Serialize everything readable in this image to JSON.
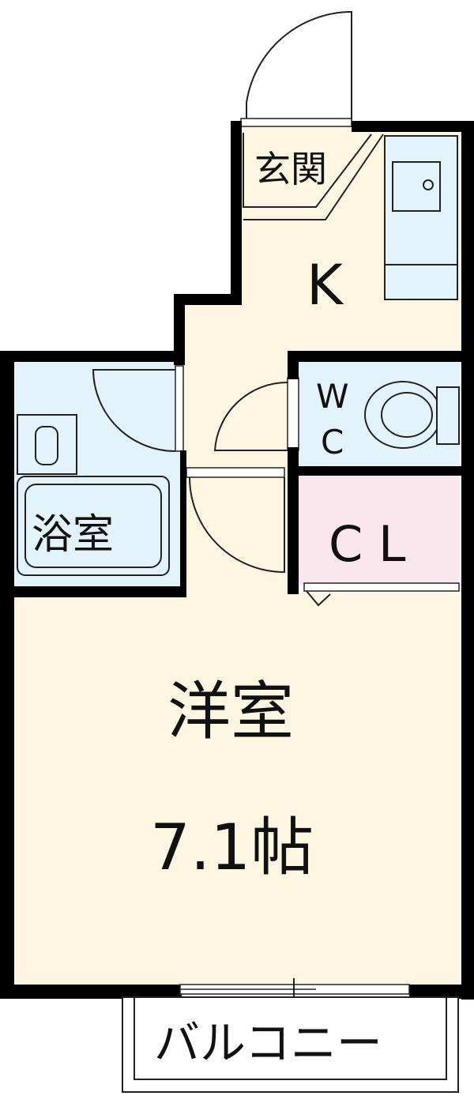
{
  "colors": {
    "wall": "#000000",
    "floor": "#fdf6e0",
    "wet_area": "#e3f3fb",
    "closet": "#fbe6ee",
    "line": "#222222"
  },
  "rooms": {
    "entrance": "玄関",
    "kitchen": "K",
    "wc_top": "W",
    "wc_bottom": "C",
    "closet": "C L",
    "bath": "浴室",
    "western_room": "洋室",
    "room_size": "7.1帖",
    "balcony": "バルコニー"
  }
}
